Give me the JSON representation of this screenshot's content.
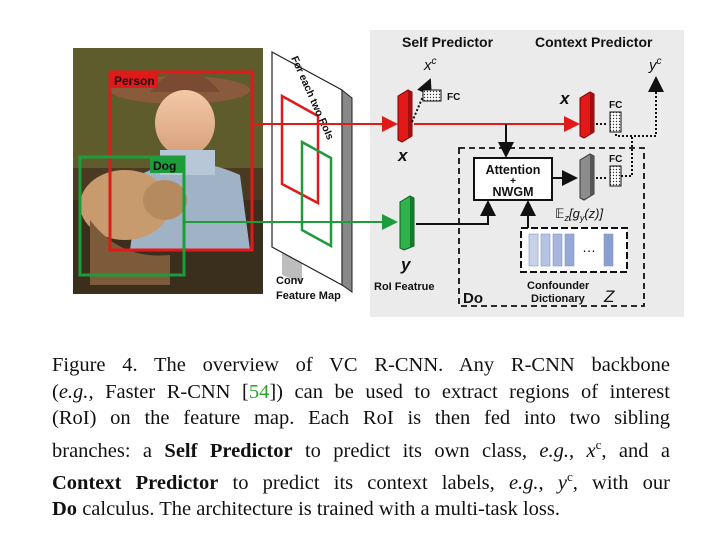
{
  "figure": {
    "photo": {
      "person_label": "Person",
      "dog_label": "Dog",
      "colors": {
        "person": "#e11919",
        "dog": "#1e9b3a"
      }
    },
    "feature_map": {
      "rotated_label": "For each two RoIs",
      "label_line1": "Conv",
      "label_line2": "Feature Map"
    },
    "self_predictor": {
      "title": "Self Predictor",
      "output": "x",
      "output_sup": "c",
      "fc_label": "FC"
    },
    "context_predictor": {
      "title": "Context Predictor",
      "output": "y",
      "output_sup": "c",
      "fc_label": "FC"
    },
    "roi_x": {
      "symbol": "x"
    },
    "roi_y": {
      "symbol": "y",
      "label": "RoI Featrue"
    },
    "attention_box": {
      "line1": "Attention",
      "line2": "+",
      "line3": "NWGM"
    },
    "expectation_label": "𝔼z[gy(z)]",
    "expectation": {
      "E": "𝔼",
      "sub": "z",
      "body": "[g",
      "sub2": "y",
      "body2": "(z)]"
    },
    "fc_third": "FC",
    "dictionary": {
      "line1": "Confounder",
      "line2": "Dictionary",
      "symbol": "Z",
      "dots": "…"
    },
    "do_label": "Do",
    "colors": {
      "panel_bg": "#ebebeb",
      "red": "#e11919",
      "green": "#1e9b3a",
      "gray_bar": "#8c8c8c"
    }
  },
  "caption": {
    "fig_num": "Figure 4.",
    "line1": " The overview of VC R-CNN. Any R-CNN backbone",
    "line2a": "(",
    "line2b": "e.g.",
    "line2c": ", Faster R-CNN [",
    "line2cite": "54",
    "line2d": "]) can be used to extract regions of interest",
    "line3": "(RoI) on the feature map.  Each RoI is then fed into two sibling",
    "line4a": "branches: a ",
    "line4b": "Self Predictor",
    "line4c": " to predict its own class, ",
    "line4d": "e.g.",
    "line4e": ", ",
    "line4f": "x",
    "line4g": "c",
    "line4h": ", and a",
    "line5a": "Context Predictor",
    "line5b": " to predict its context labels, ",
    "line5c": "e.g.",
    "line5d": ", ",
    "line5e": "y",
    "line5f": "c",
    "line5g": ", with our",
    "line6a": "Do",
    "line6b": " calculus. The architecture is trained with a multi-task loss."
  }
}
